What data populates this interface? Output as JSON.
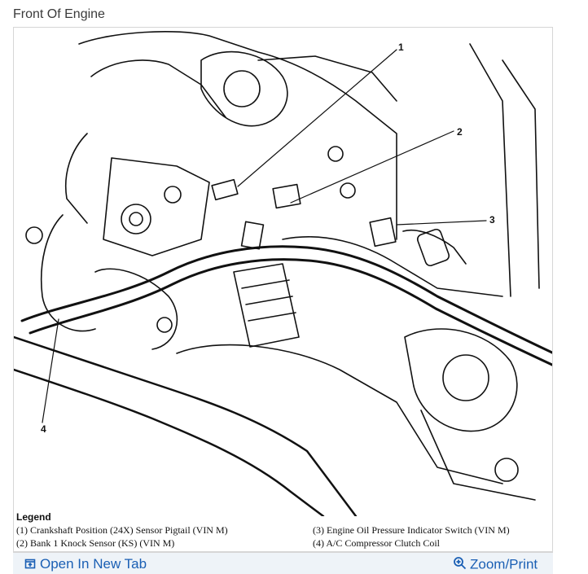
{
  "page": {
    "title": "Front Of Engine"
  },
  "callouts": [
    "1",
    "2",
    "3",
    "4"
  ],
  "legend": {
    "title": "Legend",
    "items": [
      "(1) Crankshaft Position (24X) Sensor Pigtail (VIN M)",
      "(2) Bank 1 Knock Sensor (KS) (VIN M)",
      "(3) Engine Oil Pressure Indicator Switch (VIN M)",
      "(4) A/C Compressor Clutch Coil"
    ]
  },
  "actions": {
    "open_new_tab": "Open In New Tab",
    "zoom_print": "Zoom/Print"
  },
  "colors": {
    "link": "#1a5fb4",
    "footer_bg": "#eef3f8",
    "line_art": "#111111"
  },
  "icons": {
    "open_new_tab": "external-window-icon",
    "zoom_print": "magnifier-icon"
  }
}
